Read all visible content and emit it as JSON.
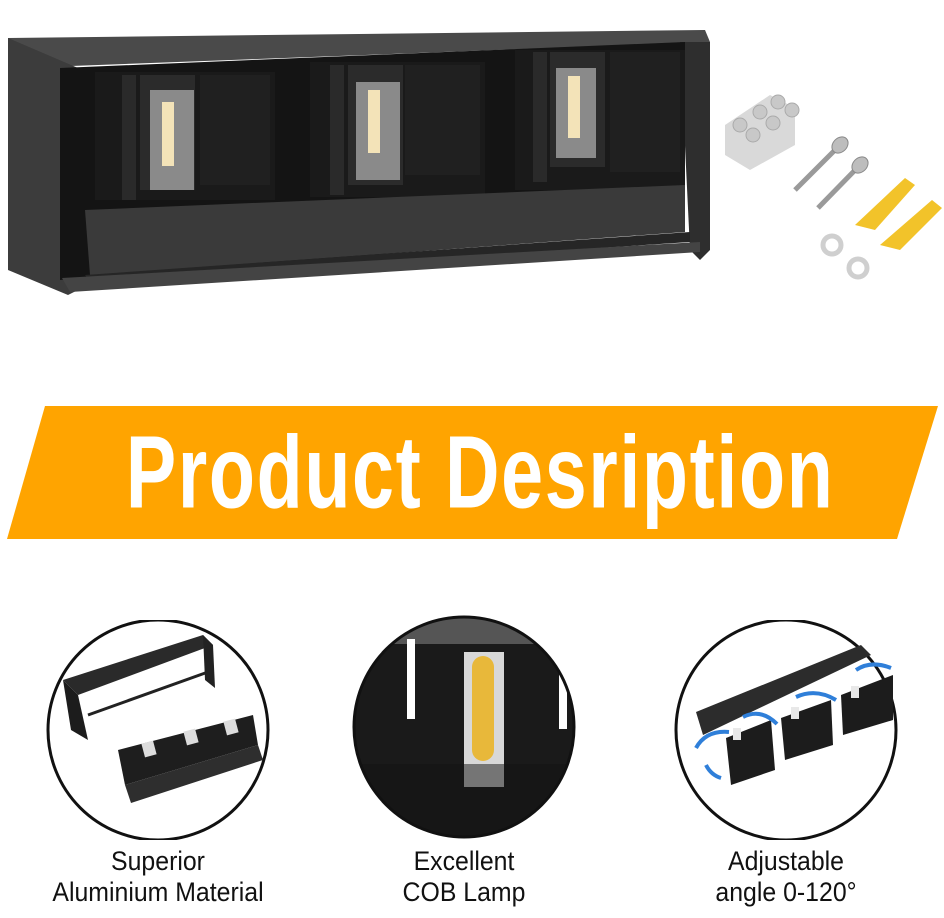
{
  "hero": {
    "product_name": "LED wall light with three adjustable COB lamps",
    "accessories": [
      "terminal block",
      "screws",
      "wall anchors",
      "washers"
    ]
  },
  "banner": {
    "title": "Product Desription",
    "background_color": "#FFA400",
    "text_color": "#FFFFFF"
  },
  "features": [
    {
      "line1": "Superior",
      "line2": "Aluminium Material",
      "image": "exploded-housing"
    },
    {
      "line1": "Excellent",
      "line2": "COB Lamp",
      "image": "cob-lamp-closeup"
    },
    {
      "line1": "Adjustable",
      "line2": "angle 0-120°",
      "image": "rotating-heads"
    }
  ],
  "colors": {
    "housing": "#3a3a3a",
    "housing_dark": "#1c1c1c",
    "led": "#f3d98a",
    "cob_yellow": "#e8b83a",
    "arrow_blue": "#2f7fd9",
    "anchor_yellow": "#f2c32a"
  }
}
